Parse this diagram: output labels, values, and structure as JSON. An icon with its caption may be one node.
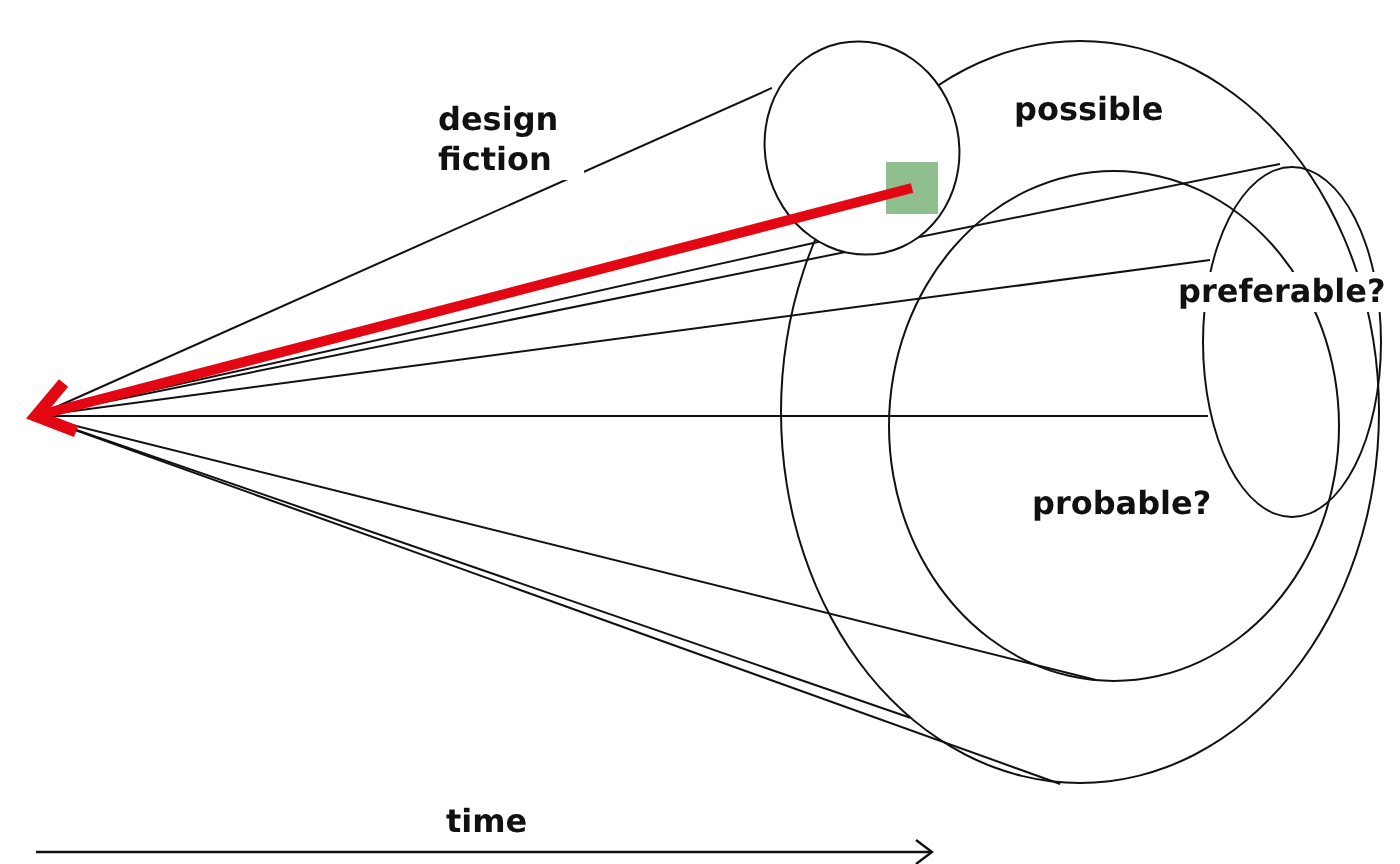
{
  "diagram": {
    "nodes": [
      {
        "text": [
          "possible"
        ]
      },
      {
        "text": [
          "probable?"
        ],
        "in": 0
      },
      {
        "text": [
          "preferable?"
        ],
        "in": 0
      },
      {
        "text": [
          "design fiction"
        ]
      },
      {
        "text": [],
        "shape": "box"
      }
    ],
    "edges": [
      {
        "from": 4,
        "to": null,
        "arrow": "to",
        "style": "thick",
        "color": "#e30613"
      },
      {
        "from": null,
        "to": 3,
        "arrow": "none"
      },
      {
        "from": null,
        "to": 3,
        "arrow": "none"
      },
      {
        "from": null,
        "to": 2,
        "arrow": "none"
      },
      {
        "from": null,
        "to": 2,
        "arrow": "none"
      },
      {
        "from": null,
        "to": 2,
        "arrow": "none"
      },
      {
        "from": null,
        "to": 1,
        "arrow": "none"
      },
      {
        "from": null,
        "to": 0,
        "arrow": "none"
      },
      {
        "from": null,
        "to": 0,
        "arrow": "none"
      }
    ],
    "labels": [
      "time"
    ]
  }
}
